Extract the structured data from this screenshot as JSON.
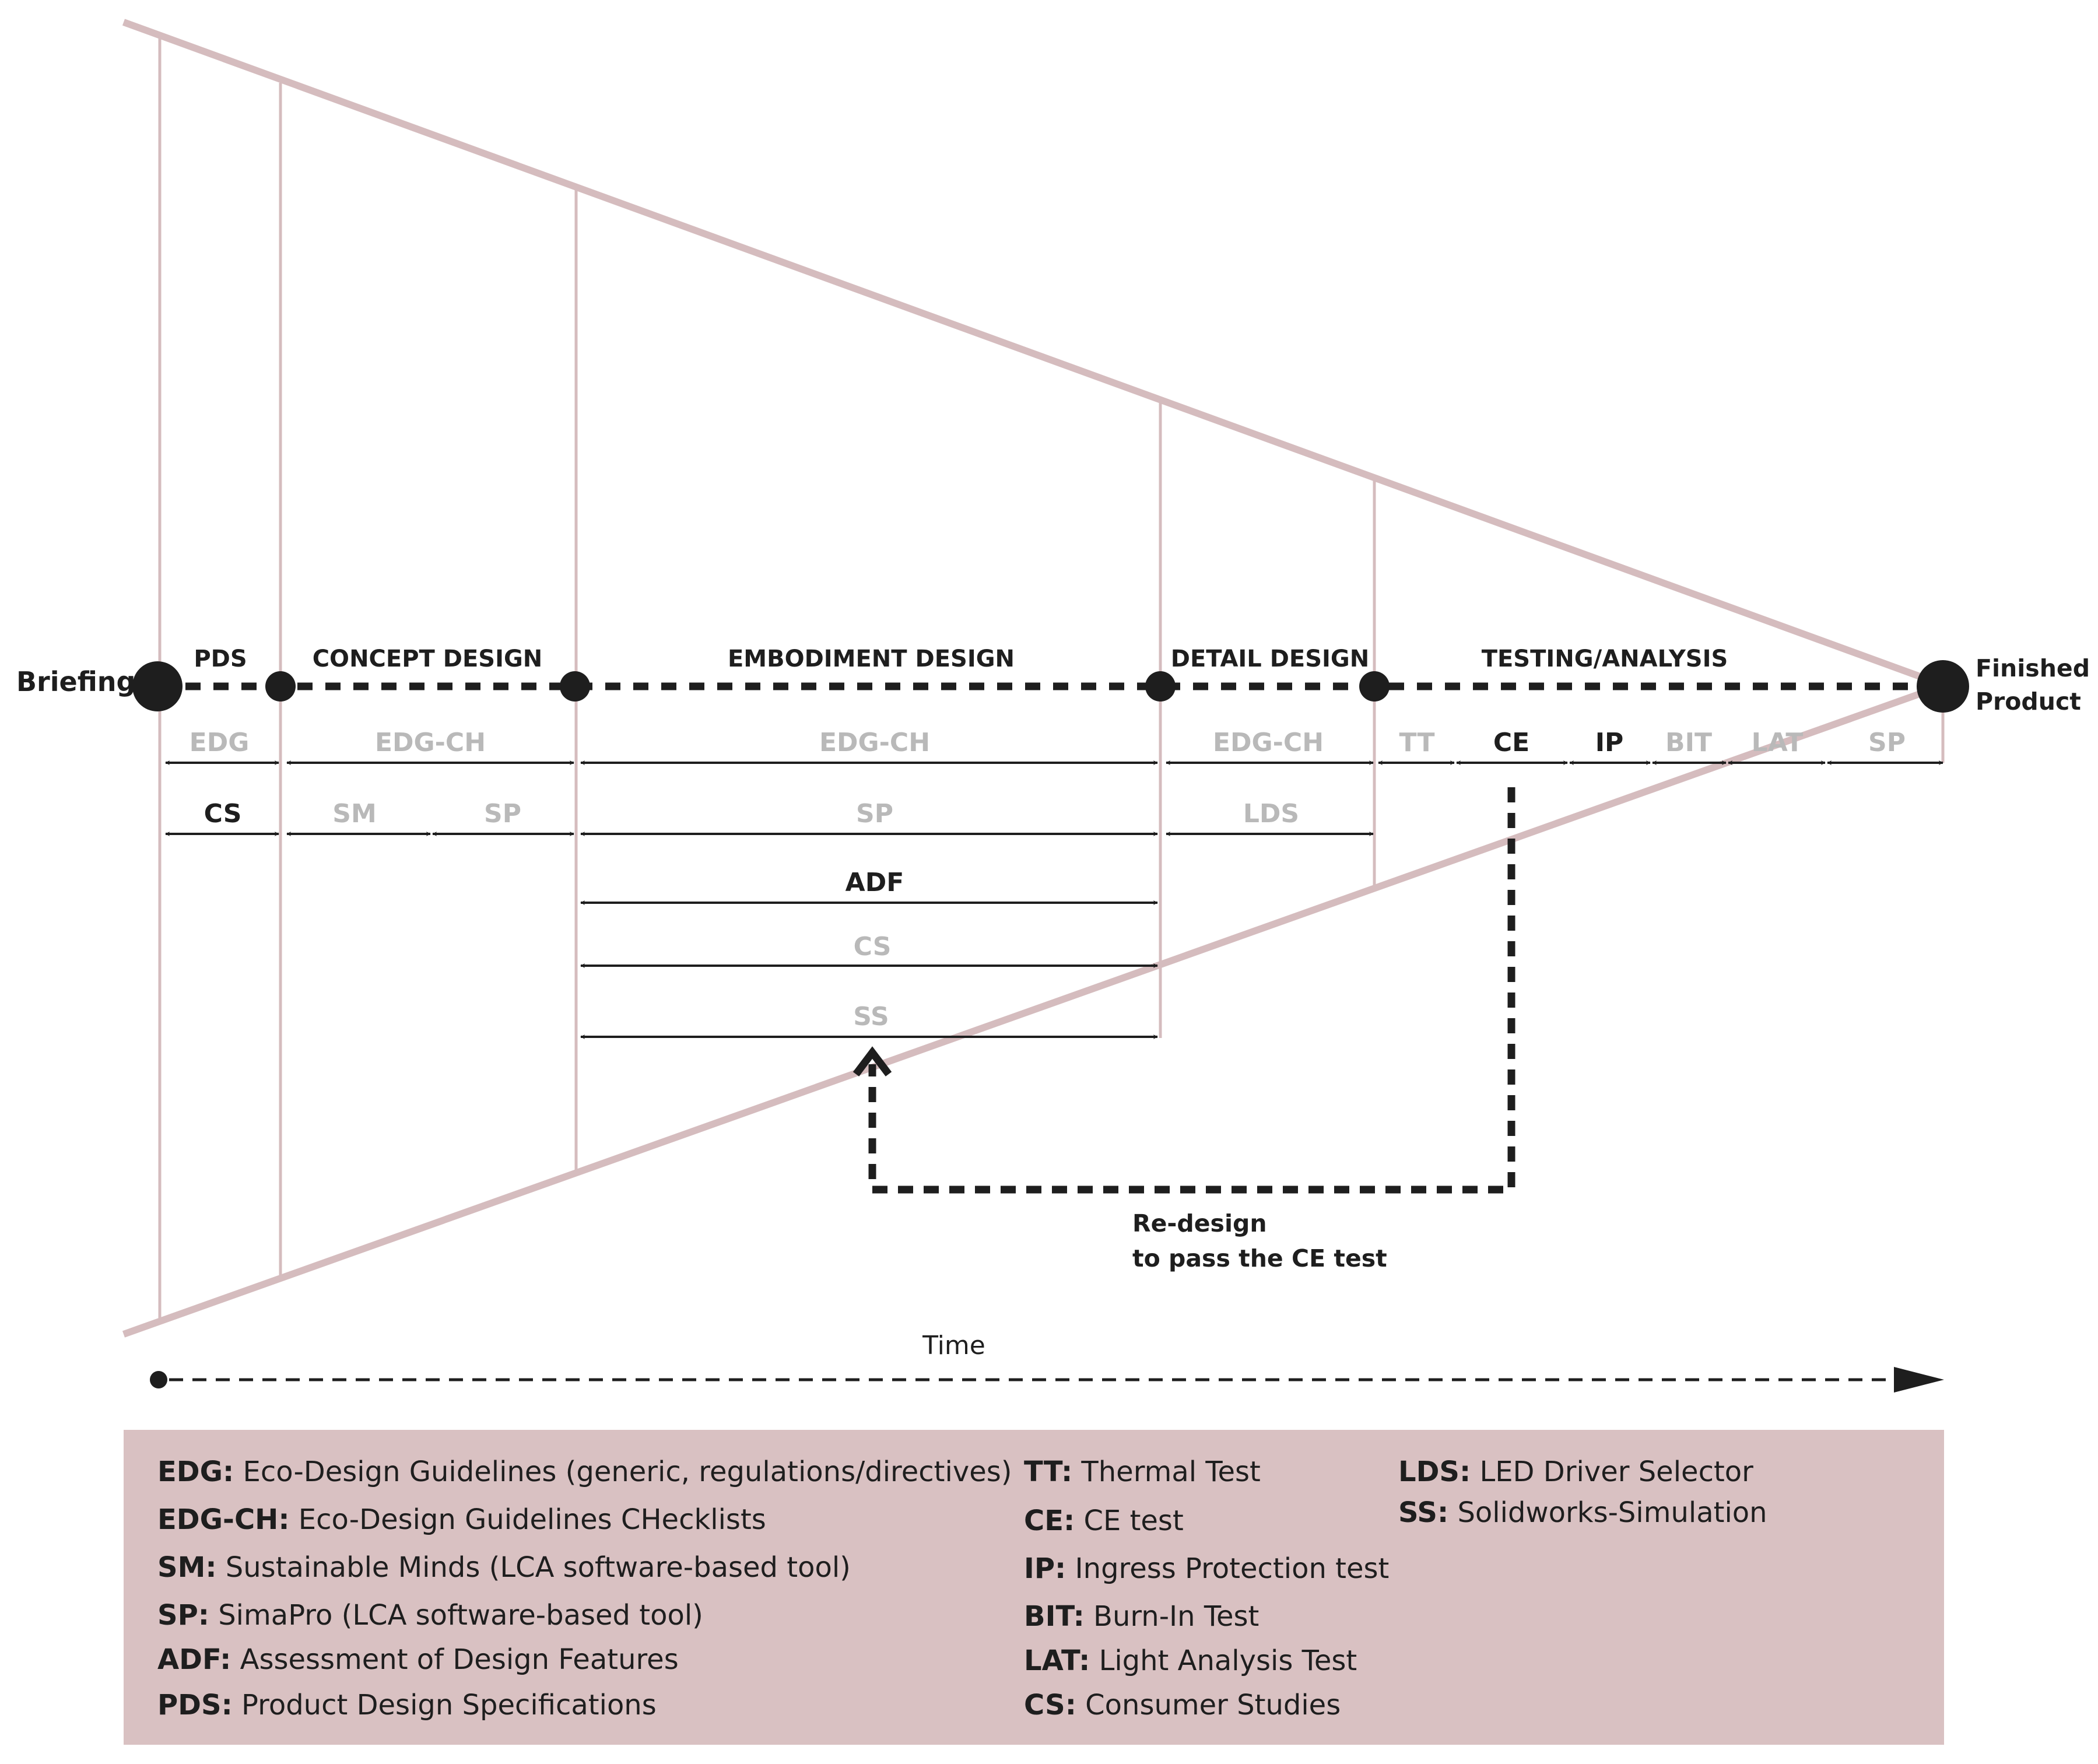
{
  "endpoints": {
    "start": "Briefing",
    "end_line1": "Finished",
    "end_line2": "Product"
  },
  "phases": [
    "PDS",
    "CONCEPT DESIGN",
    "EMBODIMENT DESIGN",
    "DETAIL DESIGN",
    "TESTING/ANALYSIS"
  ],
  "tools": {
    "row1": [
      "EDG",
      "EDG-CH",
      "EDG-CH",
      "EDG-CH",
      "TT",
      "CE",
      "IP",
      "BIT",
      "LAT",
      "SP"
    ],
    "row2": [
      "CS",
      "SM",
      "SP",
      "SP",
      "LDS"
    ],
    "embodiment_extra": [
      "ADF",
      "CS",
      "SS"
    ]
  },
  "redesign": {
    "line1": "Re-design",
    "line2": "to pass the CE test"
  },
  "time_label": "Time",
  "legend": {
    "col1": [
      {
        "key": "EDG:",
        "text": " Eco-Design Guidelines (generic, regulations/directives)"
      },
      {
        "key": "EDG-CH:",
        "text": " Eco-Design Guidelines CHecklists"
      },
      {
        "key": "SM:",
        "text": " Sustainable Minds (LCA software-based tool)"
      },
      {
        "key": "SP:",
        "text": " SimaPro (LCA software-based tool)"
      },
      {
        "key": "ADF:",
        "text": " Assessment of Design Features"
      },
      {
        "key": "PDS:",
        "text": " Product Design Specifications"
      }
    ],
    "col2": [
      {
        "key": "TT:",
        "text": " Thermal Test"
      },
      {
        "key": "CE:",
        "text": " CE test"
      },
      {
        "key": "IP:",
        "text": " Ingress Protection test"
      },
      {
        "key": "BIT:",
        "text": " Burn-In Test"
      },
      {
        "key": "LAT:",
        "text": " Light Analysis Test"
      },
      {
        "key": "CS:",
        "text": " Consumer Studies"
      }
    ],
    "col3": [
      {
        "key": "LDS:",
        "text": " LED Driver Selector"
      },
      {
        "key": "SS:",
        "text": " Solidworks-Simulation"
      }
    ]
  },
  "colors": {
    "funnel": "#d5bcbe",
    "legend_bg": "#d9c1c2",
    "ink": "#1e1e1e",
    "muted": "#b9b9b9"
  }
}
